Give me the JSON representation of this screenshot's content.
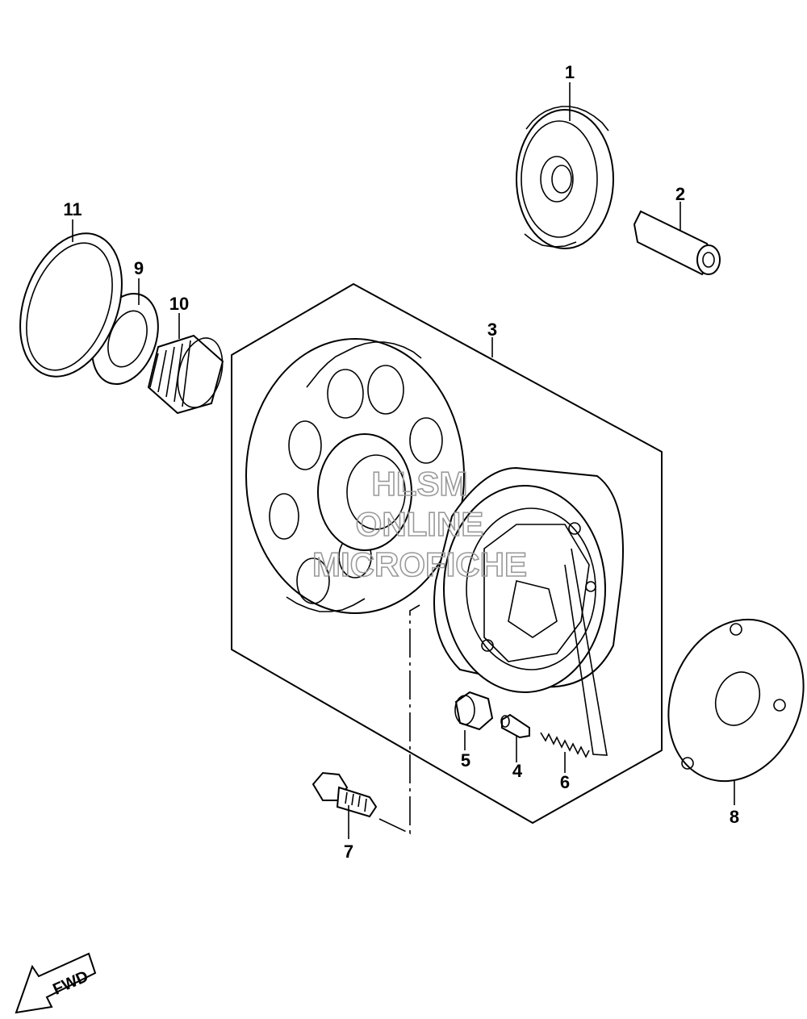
{
  "callouts": [
    {
      "id": "1",
      "text": "1"
    },
    {
      "id": "2",
      "text": "2"
    },
    {
      "id": "3",
      "text": "3"
    },
    {
      "id": "4",
      "text": "4"
    },
    {
      "id": "5",
      "text": "5"
    },
    {
      "id": "6",
      "text": "6"
    },
    {
      "id": "7",
      "text": "7"
    },
    {
      "id": "8",
      "text": "8"
    },
    {
      "id": "9",
      "text": "9"
    },
    {
      "id": "10",
      "text": "10"
    },
    {
      "id": "11",
      "text": "11"
    }
  ],
  "watermark": {
    "line1": "HLSM",
    "line2": "ONLINE",
    "line3": "MICROFICHE"
  },
  "direction": {
    "label": "FWD"
  }
}
